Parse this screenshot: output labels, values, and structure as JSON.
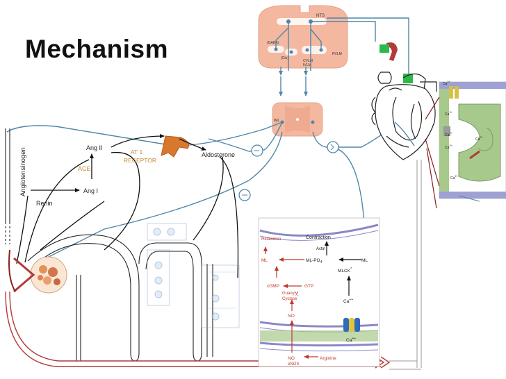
{
  "title": "Mechanism",
  "raas": {
    "angiotensinogen": "Angiotensinogen",
    "renin": "Renin",
    "ang1": "Ang I",
    "ace": "ACE",
    "ang2": "Ang II",
    "at1": "AT 1",
    "receptor": "RECEPTOR",
    "aldosterone": "Aldosterone"
  },
  "brainstem": {
    "nts": "NTS",
    "gaba": "(GABA)",
    "glu": "(Glu)",
    "cvlm": "CVLM",
    "ivlm": "IVLM",
    "rvlm": "RVLM",
    "iml": "IML"
  },
  "smooth_muscle": {
    "contraction": "Contraction",
    "relaxation": "Relaxation",
    "actin": "Actin",
    "ml_left": "ML",
    "ml_po4": "ML-PO",
    "po4_sub": "4",
    "ml_right": "ML",
    "mlck": "MLCK",
    "mlck_star": "*",
    "cgmp": "cGMP",
    "gtp": "GTP",
    "guanylyl": "Guanylyl",
    "cyclase": "Cyclase",
    "cyclase_star": "*",
    "no_mid": "NO",
    "no_bottom": "NO",
    "arginine": "Arginine",
    "enos": "eNOS",
    "ca_mid": "Ca",
    "ca_mid_sup": "++",
    "ca_low": "Ca",
    "ca_low_sup": "++"
  },
  "heart_cell": {
    "ca1": "Ca",
    "ca1_sup": "2+",
    "ca2": "Ca",
    "ca2_sup": "2+",
    "ca3": "Ca",
    "ca3_sup": "2+",
    "ca4": "Ca",
    "ca4_sup": "2+",
    "ca5": "Ca",
    "ca5_sup": "2+",
    "ca6": "Ca",
    "ca6_sup": "2+"
  },
  "colors": {
    "nerve_blue": "#4f86a8",
    "brain_pink": "#f4b8a0",
    "vessel_red": "#b23a3a",
    "smooth_red": "#c0392b",
    "membrane_purple": "#8a88c8",
    "cell_green": "#a8c98c",
    "adrenal_orange": "#d8782c",
    "receptor_green": "#2db84a",
    "dark_red_line": "#8b1e1e"
  }
}
